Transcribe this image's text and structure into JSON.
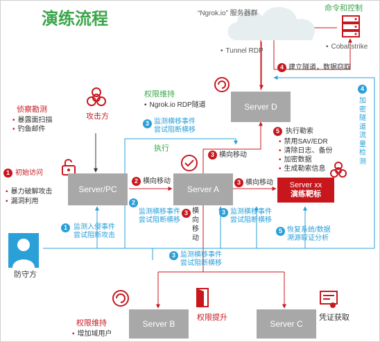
{
  "title": "演练流程",
  "cloud": {
    "label": "“Ngrok.io” 服务器群",
    "tunnel": "Tunnel RDP",
    "cobalt": "Cobaltstrike"
  },
  "c2_label": "命令和控制",
  "attacker_label": "攻击方",
  "defender_label": "防守方",
  "recon": {
    "title": "侦察勘测",
    "items": [
      "暴露面扫描",
      "钓鱼邮件"
    ]
  },
  "initial": {
    "title": "初始访问",
    "items": [
      "暴力破解攻击",
      "漏洞利用"
    ]
  },
  "persist_top": {
    "title": "权限维持",
    "item": "Ngrok.io RDP隧道"
  },
  "execute_label": "执行",
  "servers": {
    "pc": "Server/PC",
    "a": "Server A",
    "d": "Server D",
    "b": "Server B",
    "c": "Server C",
    "xx_line1": "Server xx",
    "xx_line2": "演练靶标"
  },
  "steps": {
    "n1": "1",
    "n2": "2",
    "n3": "3",
    "n4": "4",
    "n5": "5",
    "lateral": "横向移动",
    "lateral_v": [
      "横",
      "向",
      "移",
      "动"
    ],
    "tunnel": "建立隧道，数据窃取",
    "ransom_title": "执行勒索",
    "ransom_items": [
      "禁用SAV/EDR",
      "清除日志、备份",
      "加密数据",
      "生成勒索信息"
    ]
  },
  "detect": {
    "monitor_intrusion": [
      "监测入侵事件",
      "尝试阻断攻击"
    ],
    "monitor_lateral": [
      "监测横移事件",
      "尝试阻断横移"
    ],
    "encrypted_tunnel": [
      "加",
      "密",
      "隧",
      "道",
      "流",
      "量",
      "检",
      "测"
    ],
    "restore": [
      "恢复系统/数据",
      "溯源取证分析"
    ]
  },
  "bottom": {
    "persist_title": "权限维持",
    "persist_item": "增加域用户",
    "privesc": "权限提升",
    "cred": "凭证获取"
  },
  "colors": {
    "red": "#c8161d",
    "green": "#3aa54a",
    "blue": "#2a9fd8",
    "box": "#a8a8a8",
    "target": "#c8161d"
  }
}
